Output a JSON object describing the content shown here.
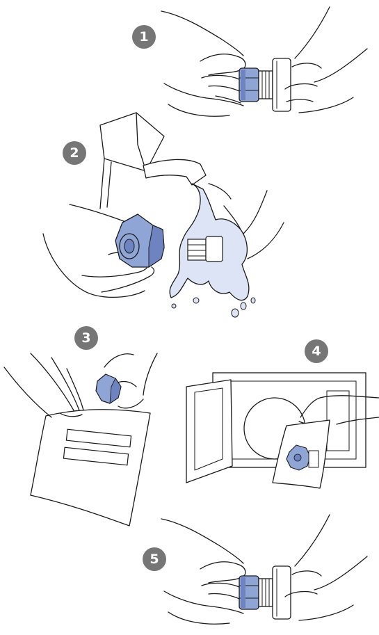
{
  "steps": [
    {
      "number": "1",
      "label": "unscrew-cap"
    },
    {
      "number": "2",
      "label": "rinse-cap-and-fitting"
    },
    {
      "number": "3",
      "label": "put-cap-in-bag"
    },
    {
      "number": "4",
      "label": "heat-in-microwave"
    },
    {
      "number": "5",
      "label": "screw-cap-back-on"
    }
  ],
  "colors": {
    "badge": "#767676",
    "cap_fill": "#8fa5d6",
    "cap_shade": "#6d84c0",
    "water": "#dce4f5",
    "ink": "#1a1a1a"
  }
}
